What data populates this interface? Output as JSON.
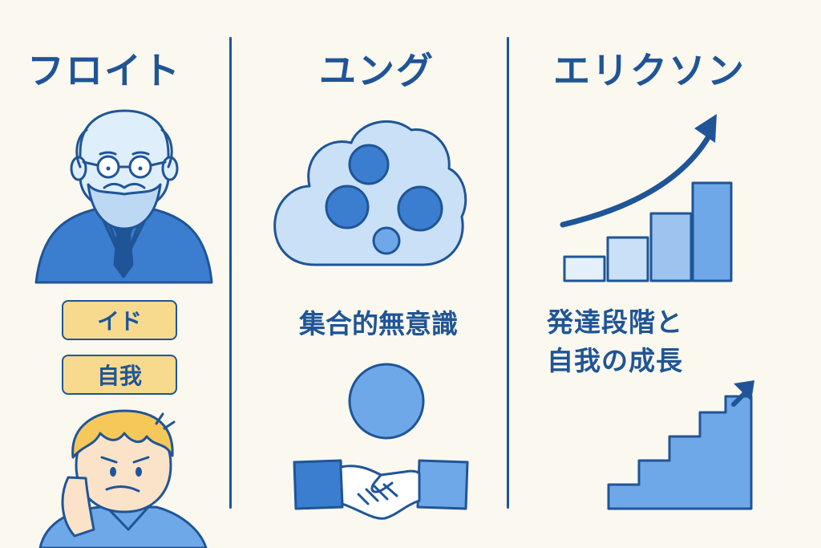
{
  "columns": [
    {
      "title": "フロイト",
      "tags": [
        "イド",
        "自我"
      ]
    },
    {
      "title": "ユング",
      "concept": "集合的無意識"
    },
    {
      "title": "エリクソン",
      "concept_lines": [
        "発達段階と",
        "自我の成長"
      ]
    }
  ],
  "colors": {
    "background": "#fbf8ef",
    "primary": "#1f5597",
    "light_blue": "#c9e0f6",
    "mid_blue": "#6fa8e8",
    "dark_blue": "#3b7dcf",
    "tag_fill": "#f8da8e"
  },
  "icons": {
    "freud": "freud-portrait-icon",
    "worried": "worried-person-icon",
    "cloud": "collective-unconscious-cloud-icon",
    "circle": "self-circle-icon",
    "handshake": "handshake-icon",
    "growth_chart": "growth-bar-chart-icon",
    "stairs": "stairs-arrow-icon"
  }
}
